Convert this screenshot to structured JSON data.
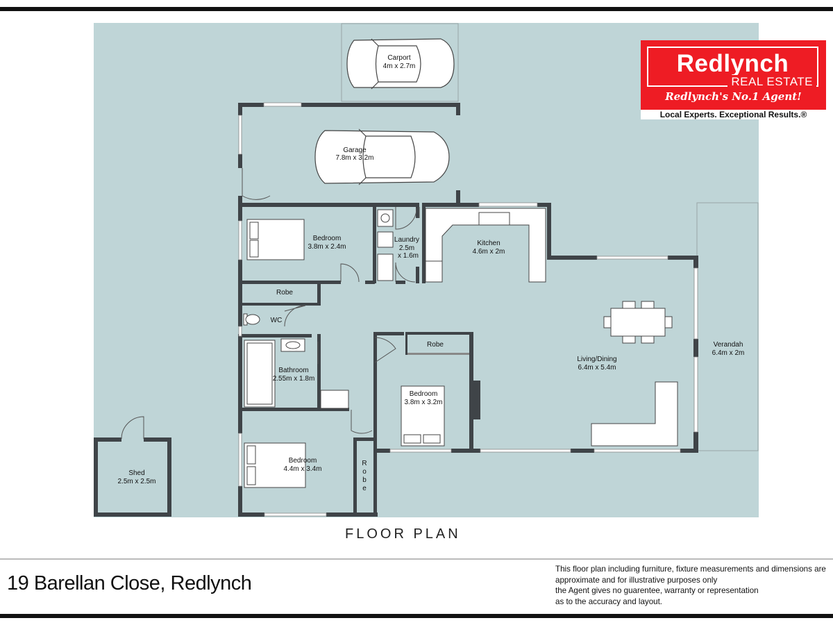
{
  "brand": {
    "name": "Redlynch",
    "subtitle": "REAL ESTATE",
    "slogan": "Redlynch's No.1 Agent!",
    "tagline": "Local Experts. Exceptional Results.®",
    "color": "#ee1c24"
  },
  "plan_title": "FLOOR PLAN",
  "address": "19 Barellan Close, Redlynch",
  "disclaimer": [
    "This floor plan including furniture, fixture measurements and dimensions are",
    "approximate and for illustrative purposes only",
    "the Agent gives no guarentee, warranty or representation",
    "as to the accuracy and layout."
  ],
  "colors": {
    "floor": "#bfd5d7",
    "wall": "#3f4448",
    "furniture": "#ffffff"
  },
  "rooms": {
    "carport": {
      "name": "Carport",
      "size": "4m x 2.7m"
    },
    "garage": {
      "name": "Garage",
      "size": "7.8m x 3.2m"
    },
    "bedroom1": {
      "name": "Bedroom",
      "size": "3.8m x 2.4m"
    },
    "laundry": {
      "name": "Laundry",
      "size_a": "2.5m",
      "size_b": "x 1.6m"
    },
    "kitchen": {
      "name": "Kitchen",
      "size": "4.6m x 2m"
    },
    "robe1": {
      "name": "Robe"
    },
    "wc": {
      "name": "WC"
    },
    "bathroom": {
      "name": "Bathroom",
      "size": "2.55m x 1.8m"
    },
    "robe2": {
      "name": "Robe"
    },
    "bedroom2": {
      "name": "Bedroom",
      "size": "3.8m x 3.2m"
    },
    "living": {
      "name": "Living/Dining",
      "size": "6.4m x 5.4m"
    },
    "verandah": {
      "name": "Verandah",
      "size": "6.4m x 2m"
    },
    "bedroom3": {
      "name": "Bedroom",
      "size": "4.4m x 3.4m"
    },
    "robe3": {
      "letters": [
        "R",
        "o",
        "b",
        "e"
      ]
    },
    "shed": {
      "name": "Shed",
      "size": "2.5m x 2.5m"
    }
  }
}
